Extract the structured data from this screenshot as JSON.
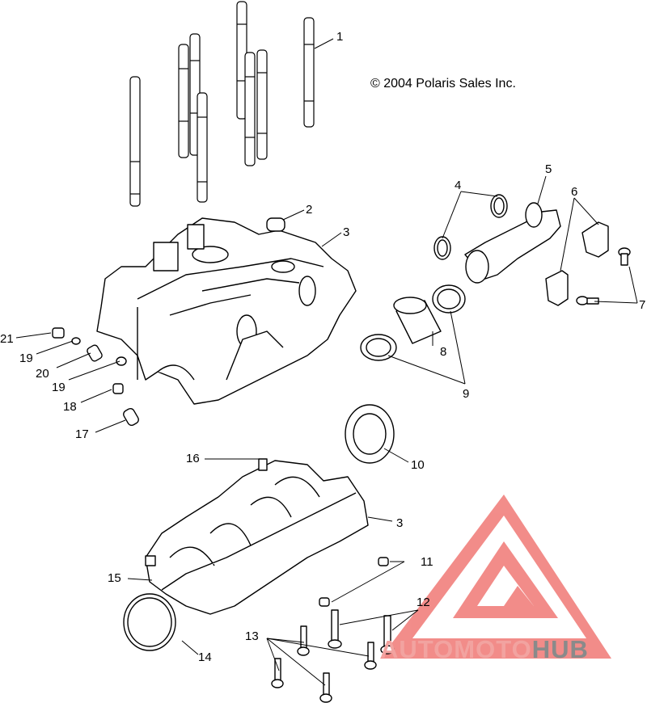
{
  "copyright": "© 2004 Polaris Sales Inc.",
  "callouts": [
    "1",
    "2",
    "3",
    "4",
    "5",
    "6",
    "7",
    "8",
    "9",
    "10",
    "11",
    "12",
    "13",
    "14",
    "15",
    "16",
    "17",
    "18",
    "19",
    "20",
    "21"
  ],
  "callout_3_second": "3",
  "callout_19_second": "19",
  "watermark": {
    "part1": "AUTOMOTO",
    "part2": "HUB",
    "color_primary": "#e8302a",
    "color_secondary": "#8a8a8a"
  },
  "colors": {
    "line": "#000000",
    "background": "#ffffff"
  }
}
